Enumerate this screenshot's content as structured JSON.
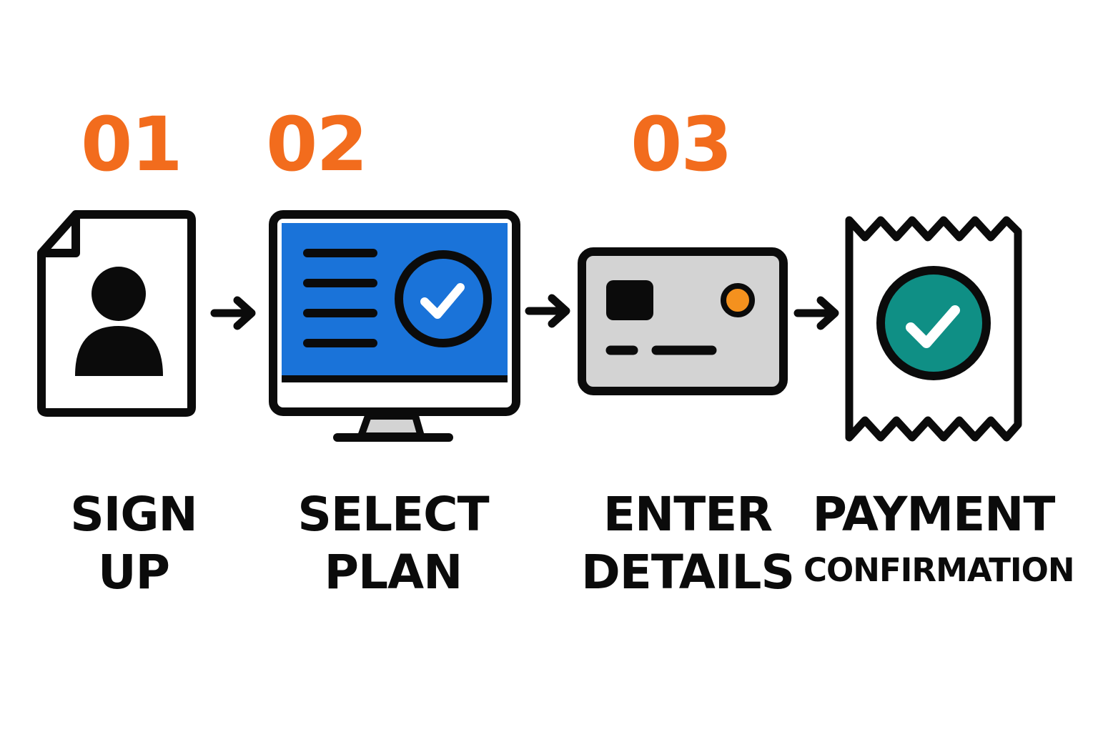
{
  "colors": {
    "accent_orange": "#F26C1D",
    "screen_blue": "#1A73D9",
    "confirm_teal": "#0F8F85",
    "card_grey": "#D3D3D3",
    "outline": "#0b0b0b"
  },
  "steps": [
    {
      "number": "01",
      "label_line1": "SIGN",
      "label_line2": "UP",
      "icon": "user-document-icon"
    },
    {
      "number": "02",
      "label_line1": "SELECT",
      "label_line2": "PLAN",
      "icon": "monitor-checkmark-icon"
    },
    {
      "number": "03",
      "label_line1": "ENTER",
      "label_line2": "DETAILS",
      "icon": "credit-card-icon"
    },
    {
      "number": "",
      "label_line1": "PAYMENT",
      "label_line2": "CONFIRMATION",
      "icon": "receipt-checkmark-icon"
    }
  ],
  "connectors": [
    "arrow-right-icon",
    "arrow-right-icon",
    "arrow-right-icon"
  ]
}
